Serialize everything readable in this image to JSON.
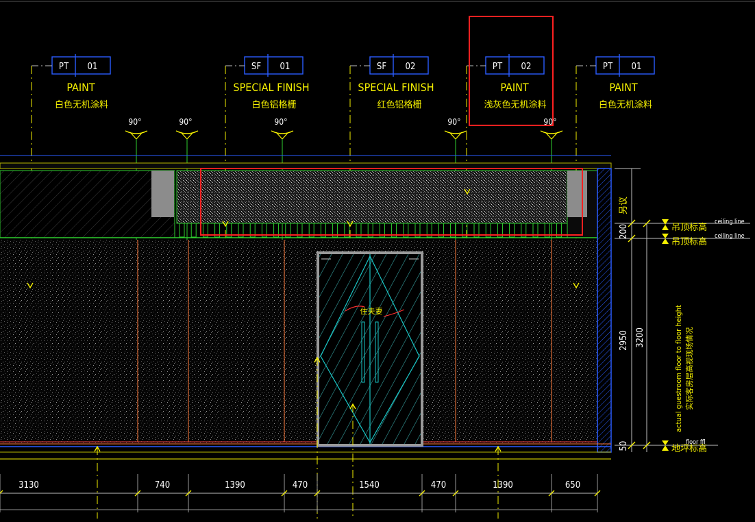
{
  "tags": [
    {
      "code": "PT",
      "num": "01",
      "title": "PAINT",
      "desc": "白色无机涂料"
    },
    {
      "code": "SF",
      "num": "01",
      "title": "SPECIAL FINISH",
      "desc": "白色铝格栅"
    },
    {
      "code": "SF",
      "num": "02",
      "title": "SPECIAL FINISH",
      "desc": "红色铝格栅"
    },
    {
      "code": "PT",
      "num": "02",
      "title": "PAINT",
      "desc": "浅灰色无机涂料"
    },
    {
      "code": "PT",
      "num": "01",
      "title": "PAINT",
      "desc": "白色无机涂料"
    }
  ],
  "angle_label": "90°",
  "door_label": "住夫妻",
  "right_labels": {
    "ceiling_line_1": "ceiling line",
    "ceiling_line_2": "ceiling line",
    "floor_ffl": "floor ffl",
    "level_1": "吊顶标高",
    "level_2": "吊顶标高",
    "level_3": "地坪标高",
    "height_en": "actual guestroom floor to floor height",
    "height_cn": "实际客房层高视现场情况",
    "side_cn": "另议"
  },
  "vertical_dims": [
    "200",
    "2950",
    "50",
    "3200"
  ],
  "bottom_dims": [
    "3130",
    "740",
    "1390",
    "470",
    "1540",
    "470",
    "1390",
    "650"
  ],
  "colors": {
    "background": "#000000",
    "annotation": "#f5f000",
    "tag_box": "#2a5cff",
    "highlight": "#ff2020",
    "wall_edge": "#2fd02f",
    "grid_line": "#ff7a3a",
    "glass_door": "#19c6c6"
  }
}
